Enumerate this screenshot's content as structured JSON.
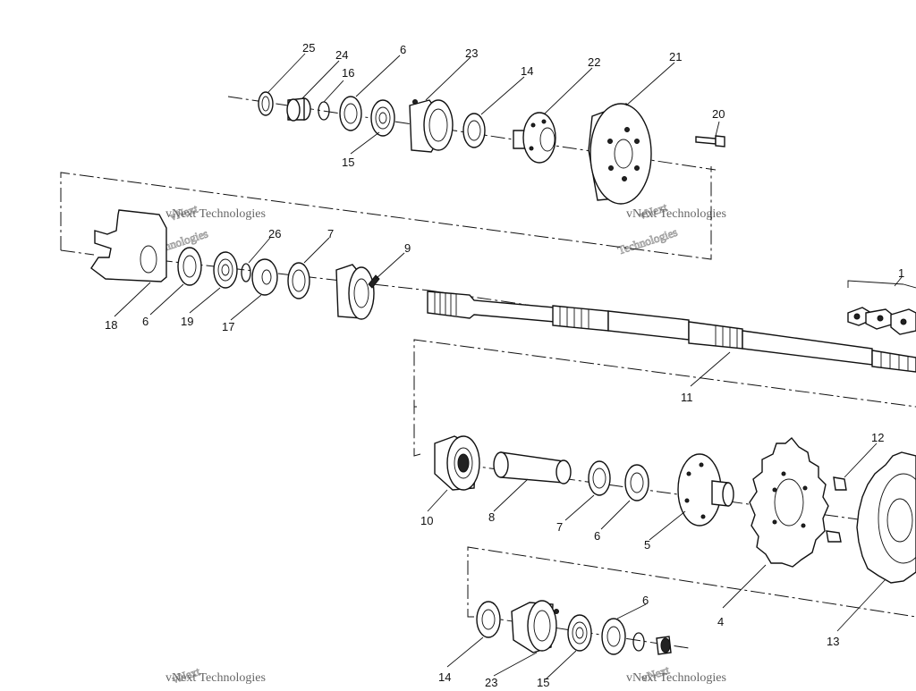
{
  "diagram": {
    "parts": [
      {
        "id": "c25",
        "label": "25"
      },
      {
        "id": "c24",
        "label": "24"
      },
      {
        "id": "c16",
        "label": "16"
      },
      {
        "id": "c6a",
        "label": "6"
      },
      {
        "id": "c15a",
        "label": "15"
      },
      {
        "id": "c23a",
        "label": "23"
      },
      {
        "id": "c14a",
        "label": "14"
      },
      {
        "id": "c22",
        "label": "22"
      },
      {
        "id": "c21",
        "label": "21"
      },
      {
        "id": "c20",
        "label": "20"
      },
      {
        "id": "c18",
        "label": "18"
      },
      {
        "id": "c6b",
        "label": "6"
      },
      {
        "id": "c19",
        "label": "19"
      },
      {
        "id": "c26",
        "label": "26"
      },
      {
        "id": "c17",
        "label": "17"
      },
      {
        "id": "c7a",
        "label": "7"
      },
      {
        "id": "c9",
        "label": "9"
      },
      {
        "id": "c1",
        "label": "1"
      },
      {
        "id": "c11",
        "label": "11"
      },
      {
        "id": "c12",
        "label": "12"
      },
      {
        "id": "c10",
        "label": "10"
      },
      {
        "id": "c8",
        "label": "8"
      },
      {
        "id": "c7b",
        "label": "7"
      },
      {
        "id": "c6c",
        "label": "6"
      },
      {
        "id": "c5",
        "label": "5"
      },
      {
        "id": "c4",
        "label": "4"
      },
      {
        "id": "c13",
        "label": "13"
      },
      {
        "id": "c6d",
        "label": "6"
      },
      {
        "id": "c14b",
        "label": "14"
      },
      {
        "id": "c23b",
        "label": "23"
      },
      {
        "id": "c15b",
        "label": "15"
      }
    ],
    "watermark": {
      "line1": "vNext",
      "line2": "Technologies",
      "small": "vNext Technologies"
    }
  }
}
